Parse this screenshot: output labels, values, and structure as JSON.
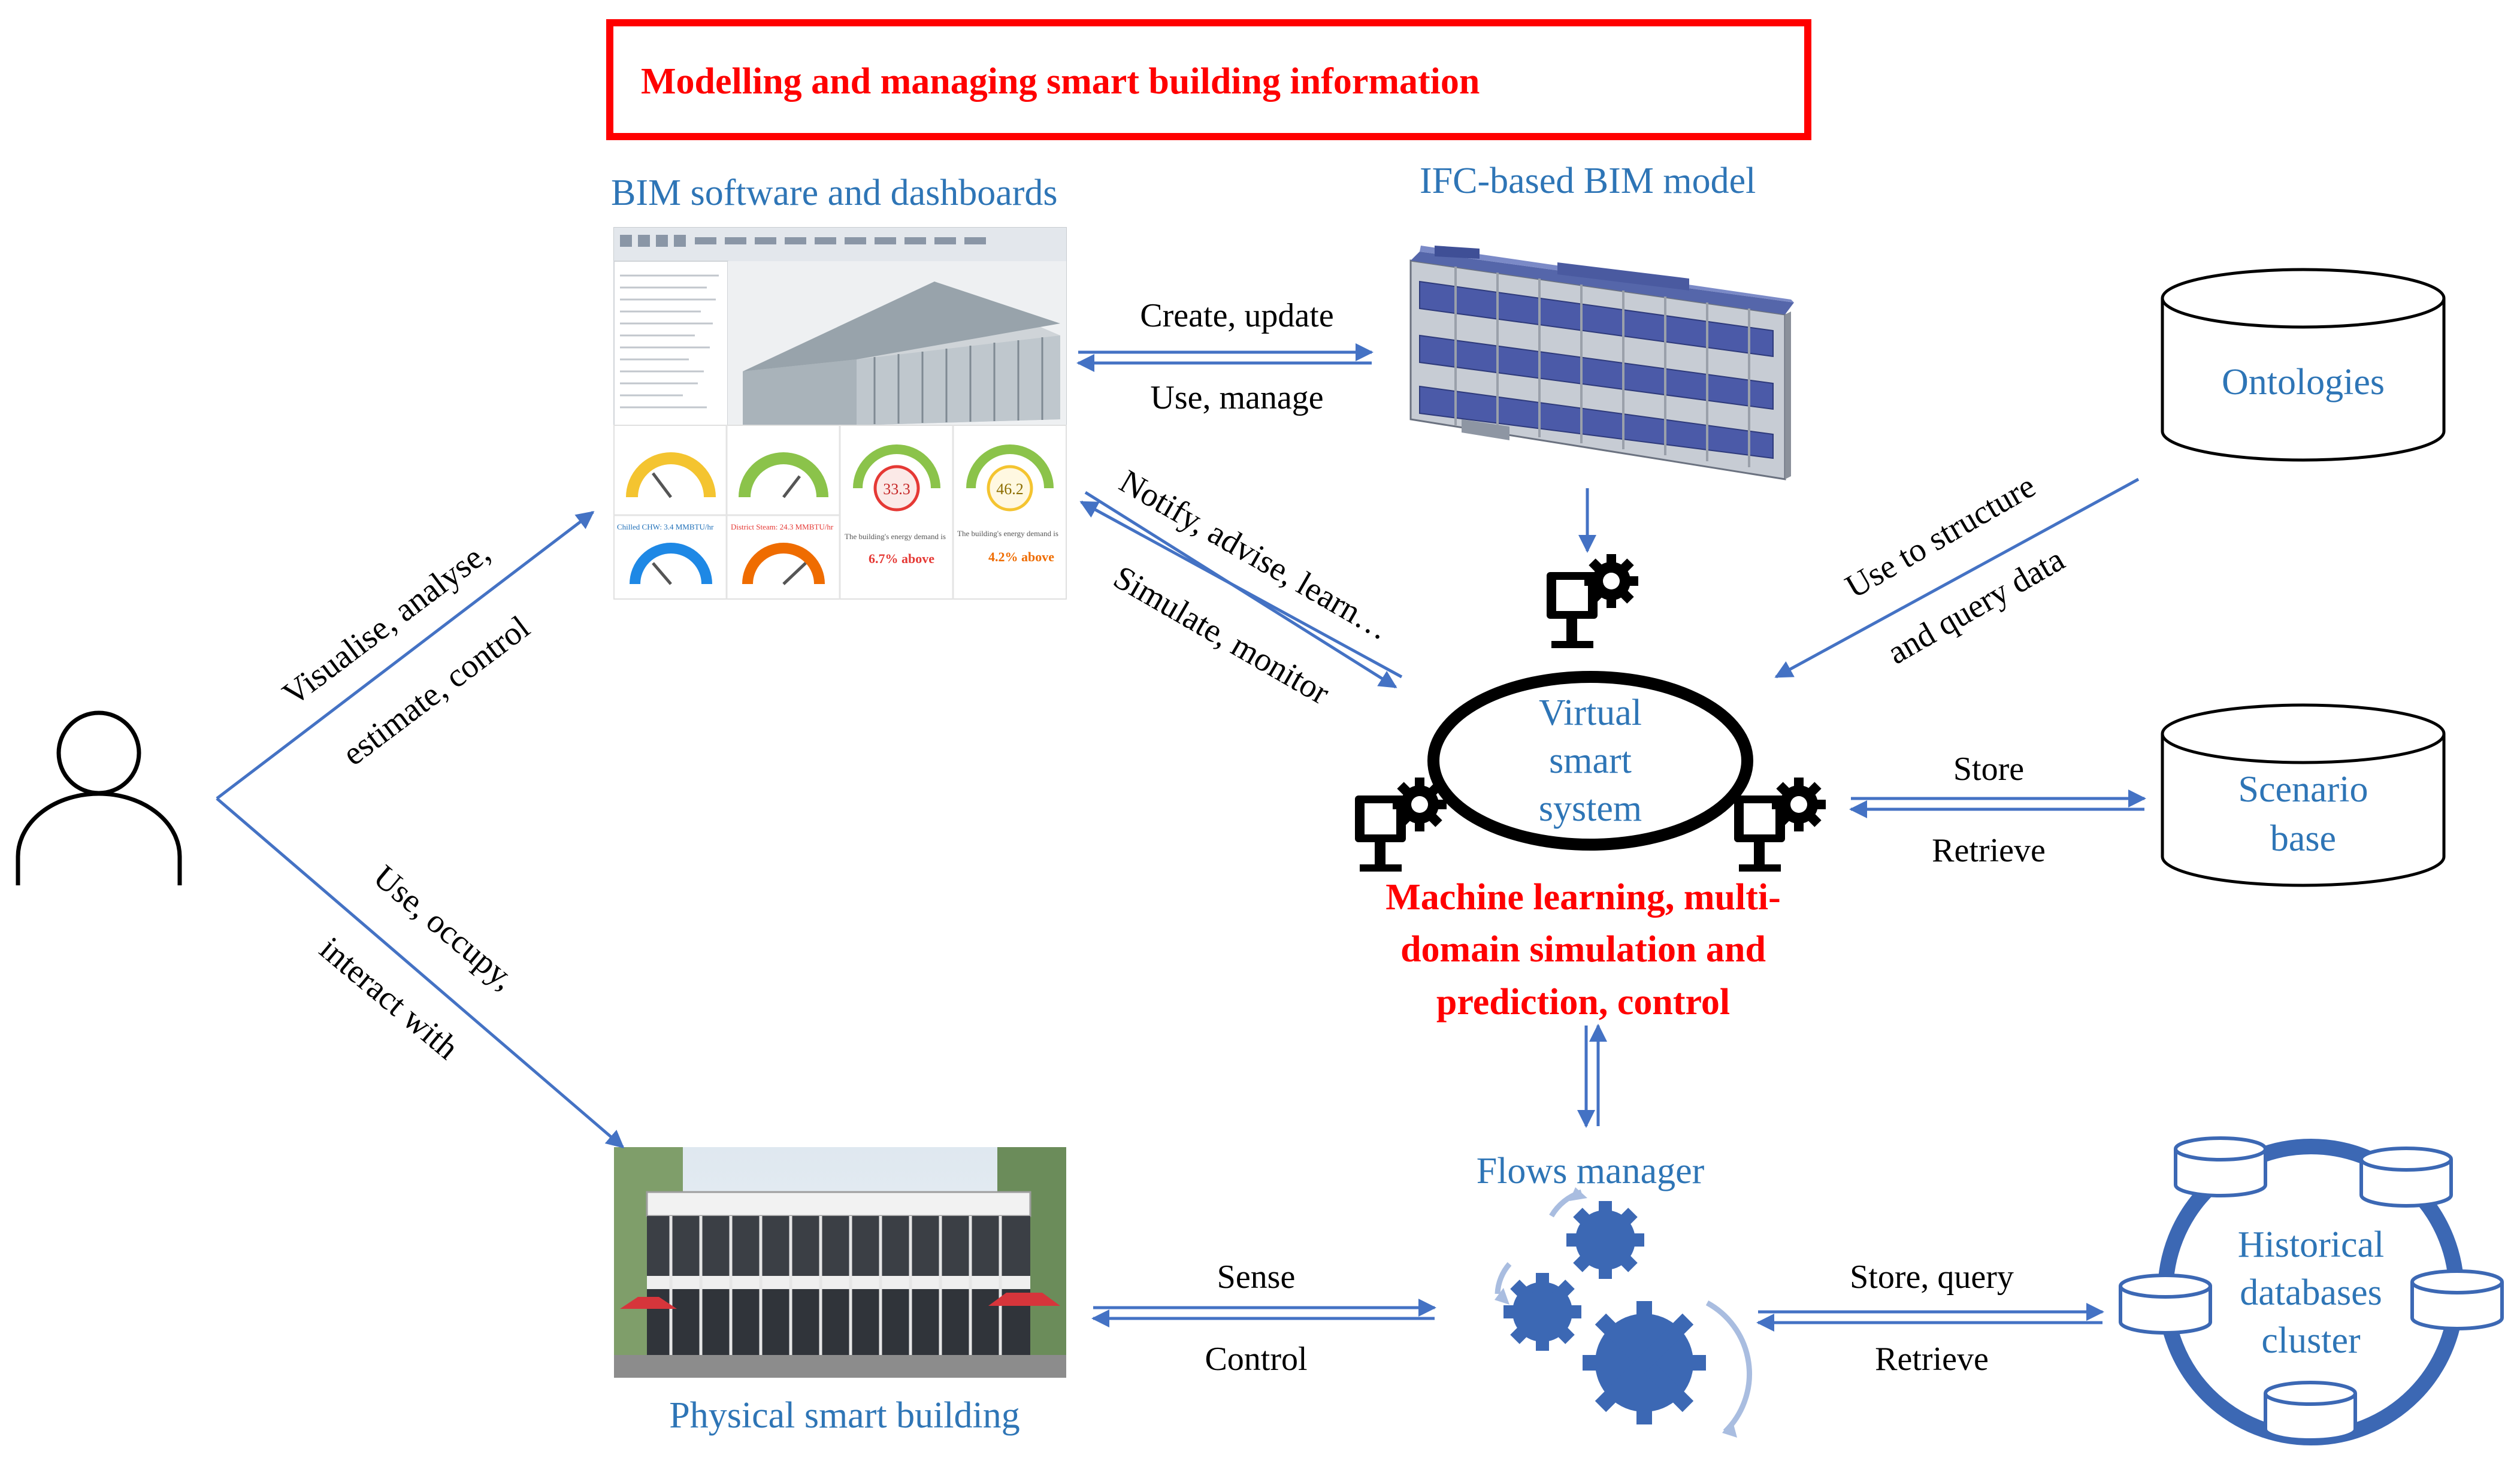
{
  "title": "Modelling and managing smart building information",
  "components": {
    "bim_software": "BIM software and dashboards",
    "ifc_model": "IFC-based BIM model",
    "ontologies": "Ontologies",
    "virtual_system": [
      "Virtual",
      "smart",
      "system"
    ],
    "ml_caption": [
      "Machine learning, multi-",
      "domain simulation and",
      "prediction, control"
    ],
    "scenario_base": [
      "Scenario",
      "base"
    ],
    "flows_manager": "Flows manager",
    "historical_db": [
      "Historical",
      "databases",
      "cluster"
    ],
    "physical_building": "Physical smart building"
  },
  "edges": {
    "create_update": "Create, update",
    "use_manage": "Use, manage",
    "notify": "Notify, advise, learn…",
    "simulate": "Simulate, monitor",
    "visualise_1": "Visualise, analyse,",
    "visualise_2": "estimate, control",
    "use_occupy_1": "Use, occupy,",
    "use_occupy_2": "interact with",
    "use_structure_1": "Use to structure",
    "use_structure_2": "and query data",
    "store": "Store",
    "retrieve": "Retrieve",
    "sense": "Sense",
    "control": "Control",
    "store_query": "Store, query",
    "retrieve_2": "Retrieve"
  },
  "dashboard": {
    "gauge_readings": [
      "33.3",
      "46.2"
    ],
    "gauge_captions": [
      "Chilled CHW: 3.4 MMBTU/hr",
      "District Steam: 24.3 MMBTU/hr"
    ],
    "energy_note": "The building's energy demand is",
    "energy_values": [
      "6.7% above",
      "4.2% above"
    ]
  },
  "colors": {
    "accent_blue": "#2e75b6",
    "arrow_blue": "#4472c4",
    "gear_blue": "#3c68b4",
    "highlight_red": "#ff0000"
  }
}
